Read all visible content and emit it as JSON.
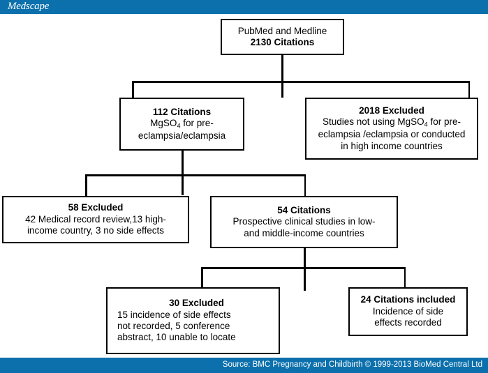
{
  "header": {
    "brand": "Medscape",
    "brand_color": "#0c70ac"
  },
  "footer": {
    "source": "Source: BMC Pregnancy and Childbirth © 1999-2013 BioMed Central Ltd",
    "bar_color": "#0c70ac"
  },
  "diagram": {
    "type": "flowchart",
    "nodes": [
      {
        "id": "pubmed",
        "title": "PubMed and Medline",
        "title_bold": false,
        "count_line": "2130 Citations",
        "count_bold": true
      },
      {
        "id": "citations-112",
        "title": "112 Citations",
        "body_line1_pre": "MgSO",
        "body_line1_sub": "4",
        "body_line1_post": " for pre-",
        "body_line2": "eclampsia/eclampsia"
      },
      {
        "id": "excluded-2018",
        "title": "2018 Excluded",
        "body_line1_pre": "Studies not using MgSO",
        "body_line1_sub": "4",
        "body_line1_post": " for pre-",
        "body_line2": "eclampsia /eclampsia or conducted",
        "body_line3": "in high income countries"
      },
      {
        "id": "excluded-58",
        "title": "58 Excluded",
        "body_line1": "42 Medical record review,13 high-",
        "body_line2": "income country, 3 no side effects"
      },
      {
        "id": "citations-54",
        "title": "54 Citations",
        "body_line1": "Prospective clinical studies in low-",
        "body_line2": "and middle-income countries"
      },
      {
        "id": "excluded-30",
        "title": "30 Excluded",
        "body_line1": "15 incidence of side effects",
        "body_line2": "not recorded, 5 conference",
        "body_line3": "abstract, 10 unable to locate"
      },
      {
        "id": "citations-24",
        "title": "24 Citations included",
        "body_line1": "Incidence of side",
        "body_line2": "effects recorded"
      }
    ]
  }
}
